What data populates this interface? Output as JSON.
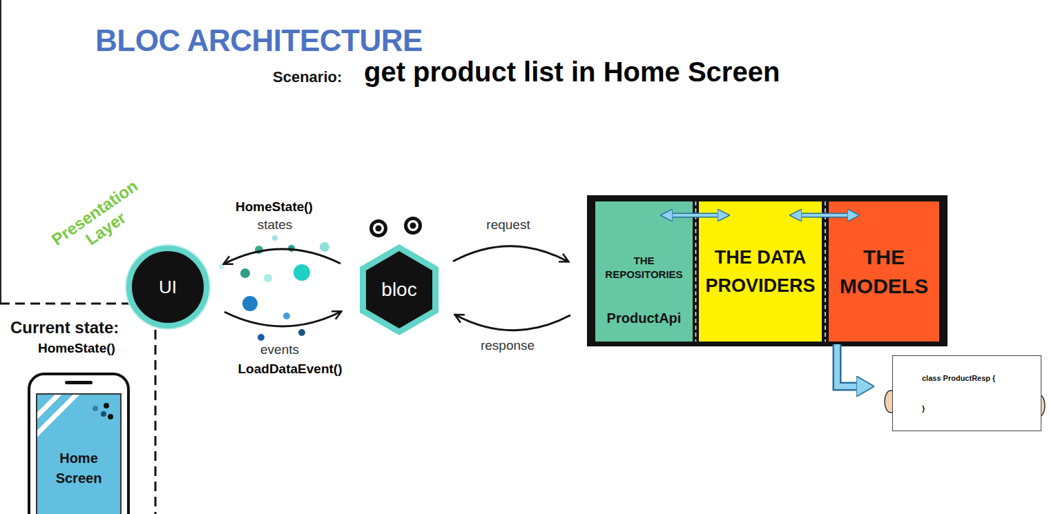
{
  "diagram": {
    "title": "BLOC ARCHITECTURE",
    "nodes": [
      {
        "text": [
          "UI"
        ]
      },
      {
        "text": [
          "bloc"
        ]
      },
      {
        "text": [
          "THE REPOSITORIES",
          "ProductApi"
        ]
      },
      {
        "text": [
          "THE DATA PROVIDERS"
        ]
      },
      {
        "text": [
          "THE MODELS"
        ]
      },
      {
        "text": [
          "class ProductResp {",
          "}"
        ]
      },
      {
        "text": [
          "Home Screen"
        ]
      }
    ],
    "edges": [
      {
        "from": 1,
        "to": 0,
        "label": "states",
        "arrow": "to"
      },
      {
        "from": 0,
        "to": 1,
        "label": "events",
        "arrow": "to"
      },
      {
        "from": 1,
        "to": 2,
        "label": "request",
        "arrow": "to"
      },
      {
        "from": 2,
        "to": 1,
        "label": "response",
        "arrow": "to"
      },
      {
        "from": 2,
        "to": 3,
        "arrow": "both"
      },
      {
        "from": 3,
        "to": 4,
        "arrow": "both"
      },
      {
        "from": 4,
        "to": 5,
        "arrow": "to"
      }
    ],
    "labels": [
      "Scenario:",
      "get product list in Home Screen",
      "Presentation Layer",
      "HomeState()",
      "LoadDataEvent()",
      "Current state:",
      "HomeState()"
    ]
  }
}
